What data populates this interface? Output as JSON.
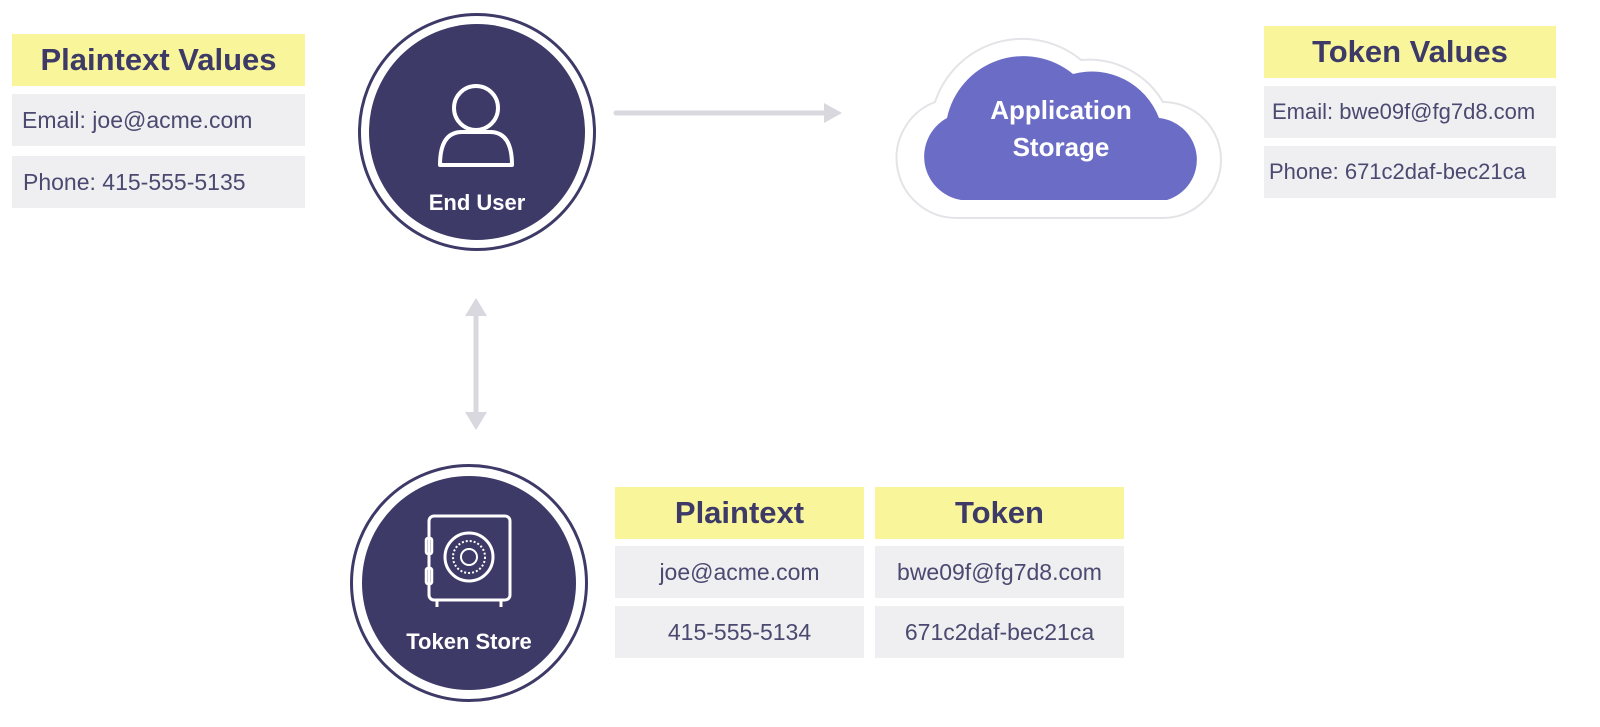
{
  "plaintext_panel": {
    "title": "Plaintext Values",
    "email": "Email: joe@acme.com",
    "phone": "Phone: 415-555-5135"
  },
  "end_user": {
    "label": "End User"
  },
  "app_storage": {
    "line1": "Application",
    "line2": "Storage"
  },
  "token_panel": {
    "title": "Token Values",
    "email": "Email: bwe09f@fg7d8.com",
    "phone": "Phone: 671c2daf-bec21ca"
  },
  "token_store": {
    "label": "Token Store"
  },
  "token_table": {
    "headers": [
      "Plaintext",
      "Token"
    ],
    "rows": [
      [
        "joe@acme.com",
        "bwe09f@fg7d8.com"
      ],
      [
        "415-555-5134",
        "671c2daf-bec21ca"
      ]
    ]
  },
  "colors": {
    "navy": "#3d3a68",
    "cloud": "#6b6cc6",
    "highlight": "#f8f59a",
    "cell": "#efeff1",
    "arrow": "#d8d8de"
  }
}
